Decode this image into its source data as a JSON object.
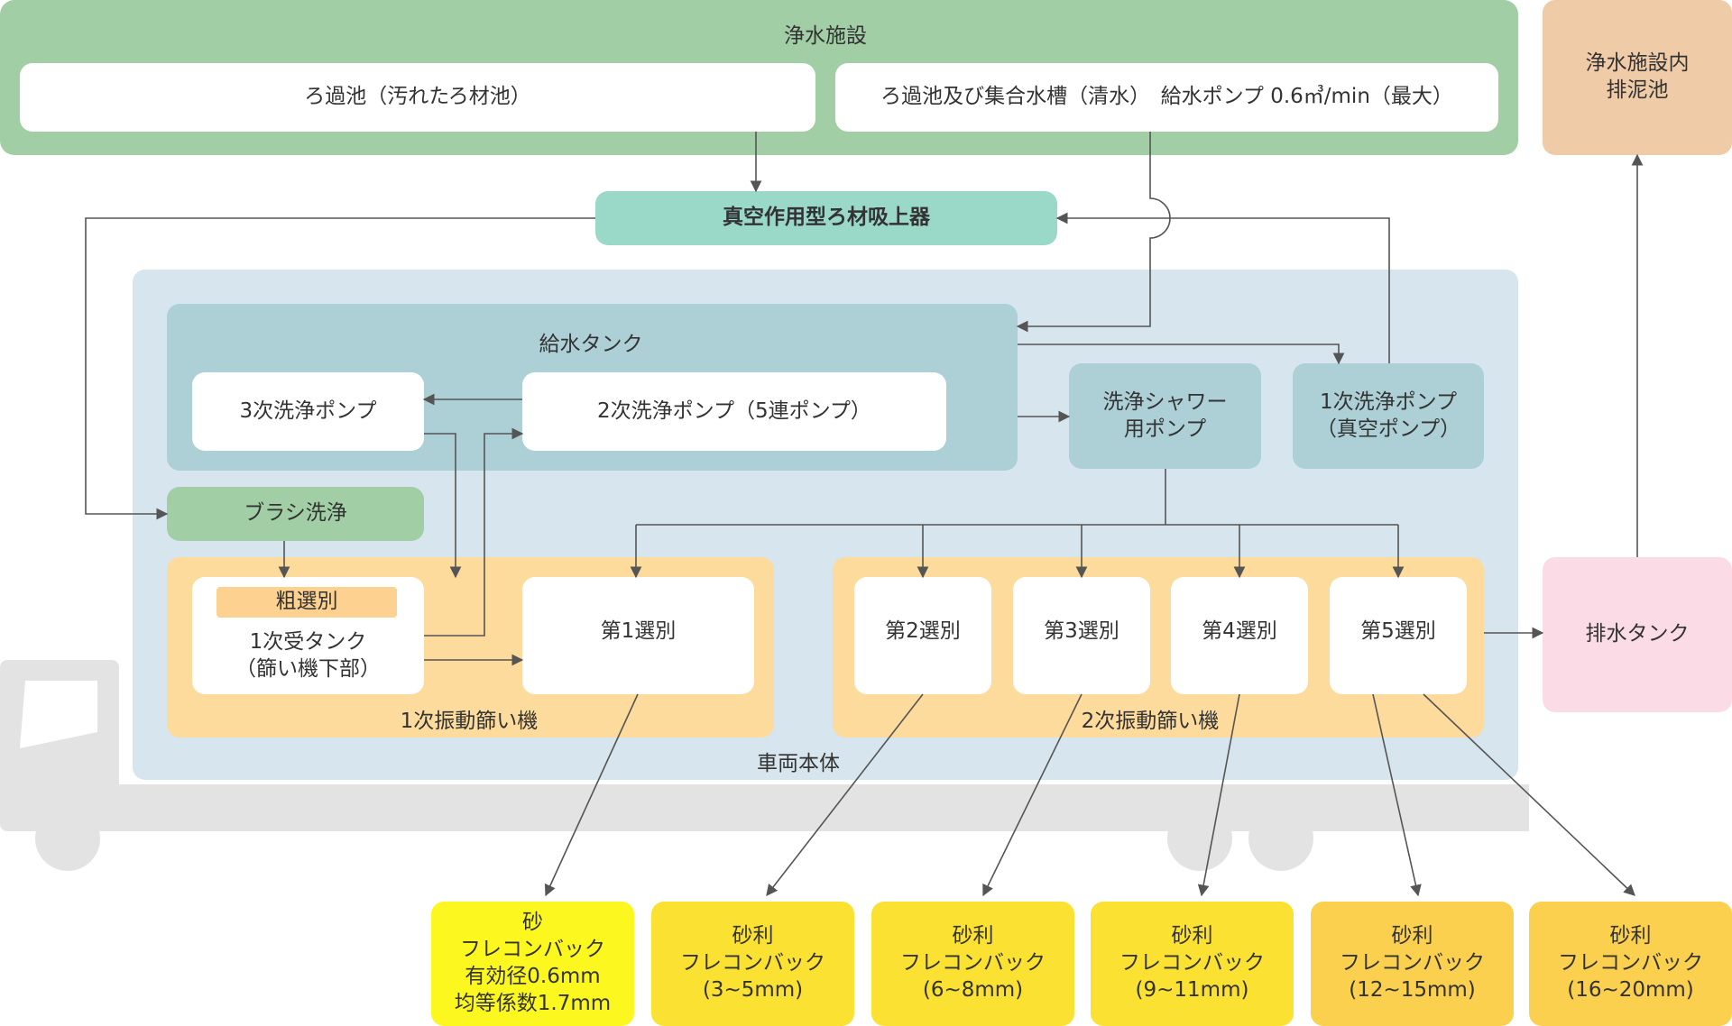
{
  "colors": {
    "facility": "#a2cea5",
    "vacuum": "#9ad8c8",
    "vehicle": "#d6e5ee",
    "water_tank": "#adcfd6",
    "brush": "#a2cea5",
    "screen_box": "#fddb9c",
    "coarse_label": "#fdd290",
    "sludge_pond": "#efcba7",
    "drain_tank": "#fbdce6",
    "bag_sand": "#fcf81f",
    "bag_gravel_a": "#fbe131",
    "bag_gravel_b": "#fbd04e",
    "truck": "#e3e3e3",
    "arrow": "#555555"
  },
  "facility": {
    "title": "浄水施設",
    "filter_pond": "ろ過池（汚れたろ材池）",
    "clear_tank": "ろ過池及び集合水槽（清水）　給水ポンプ 0.6㎥/min（最大）"
  },
  "sludge_pond": "浄水施設内\n排泥池",
  "vacuum_device": "真空作用型ろ材吸上器",
  "vehicle_label": "車両本体",
  "water_tank": {
    "title": "給水タンク",
    "pump3": "3次洗浄ポンプ",
    "pump2": "2次洗浄ポンプ（5連ポンプ）"
  },
  "shower_pump": "洗浄シャワー\n用ポンプ",
  "pump1": "1次洗浄ポンプ\n（真空ポンプ）",
  "brush": "ブラシ洗浄",
  "screen1": {
    "label": "1次振動篩い機",
    "coarse": "粗選別",
    "receive_tank": "1次受タンク\n（篩い機下部）",
    "sort1": "第1選別"
  },
  "screen2": {
    "label": "2次振動篩い機",
    "sorts": [
      "第2選別",
      "第3選別",
      "第4選別",
      "第5選別"
    ]
  },
  "drain_tank": "排水タンク",
  "bags": [
    {
      "text": "砂\nフレコンバック\n有効径0.6mm\n均等係数1.7mm"
    },
    {
      "text": "砂利\nフレコンバック\n(3~5mm)"
    },
    {
      "text": "砂利\nフレコンバック\n(6~8mm)"
    },
    {
      "text": "砂利\nフレコンバック\n(9~11mm)"
    },
    {
      "text": "砂利\nフレコンバック\n(12~15mm)"
    },
    {
      "text": "砂利\nフレコンバック\n(16~20mm)"
    }
  ]
}
